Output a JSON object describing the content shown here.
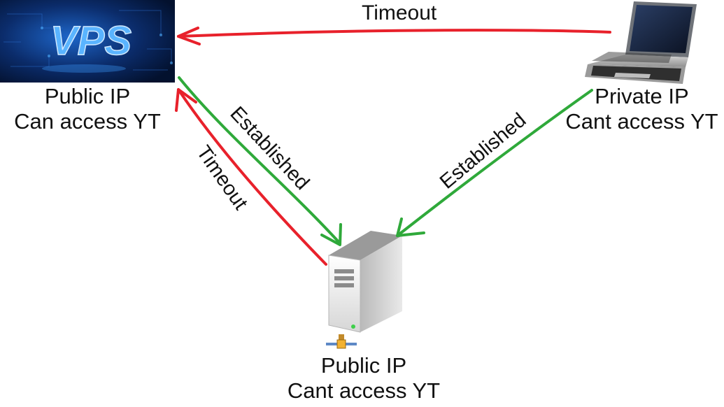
{
  "colors": {
    "timeout": "#e8212b",
    "established": "#2fa93a",
    "vps_bg": "#0a1f4a",
    "vps_text": "#3fa2ff"
  },
  "nodes": {
    "vps": {
      "logo_text": "VPS",
      "line1": "Public IP",
      "line2": "Can access YT",
      "icon": "vps-logo-icon"
    },
    "laptop": {
      "line1": "Private IP",
      "line2": "Cant access YT",
      "icon": "laptop-icon"
    },
    "server": {
      "line1": "Public IP",
      "line2": "Cant access YT",
      "icon": "server-icon"
    }
  },
  "edges": {
    "laptop_to_vps": "Timeout",
    "vps_to_server": "Established",
    "server_to_vps": "Timeout",
    "laptop_to_server": "Established"
  }
}
